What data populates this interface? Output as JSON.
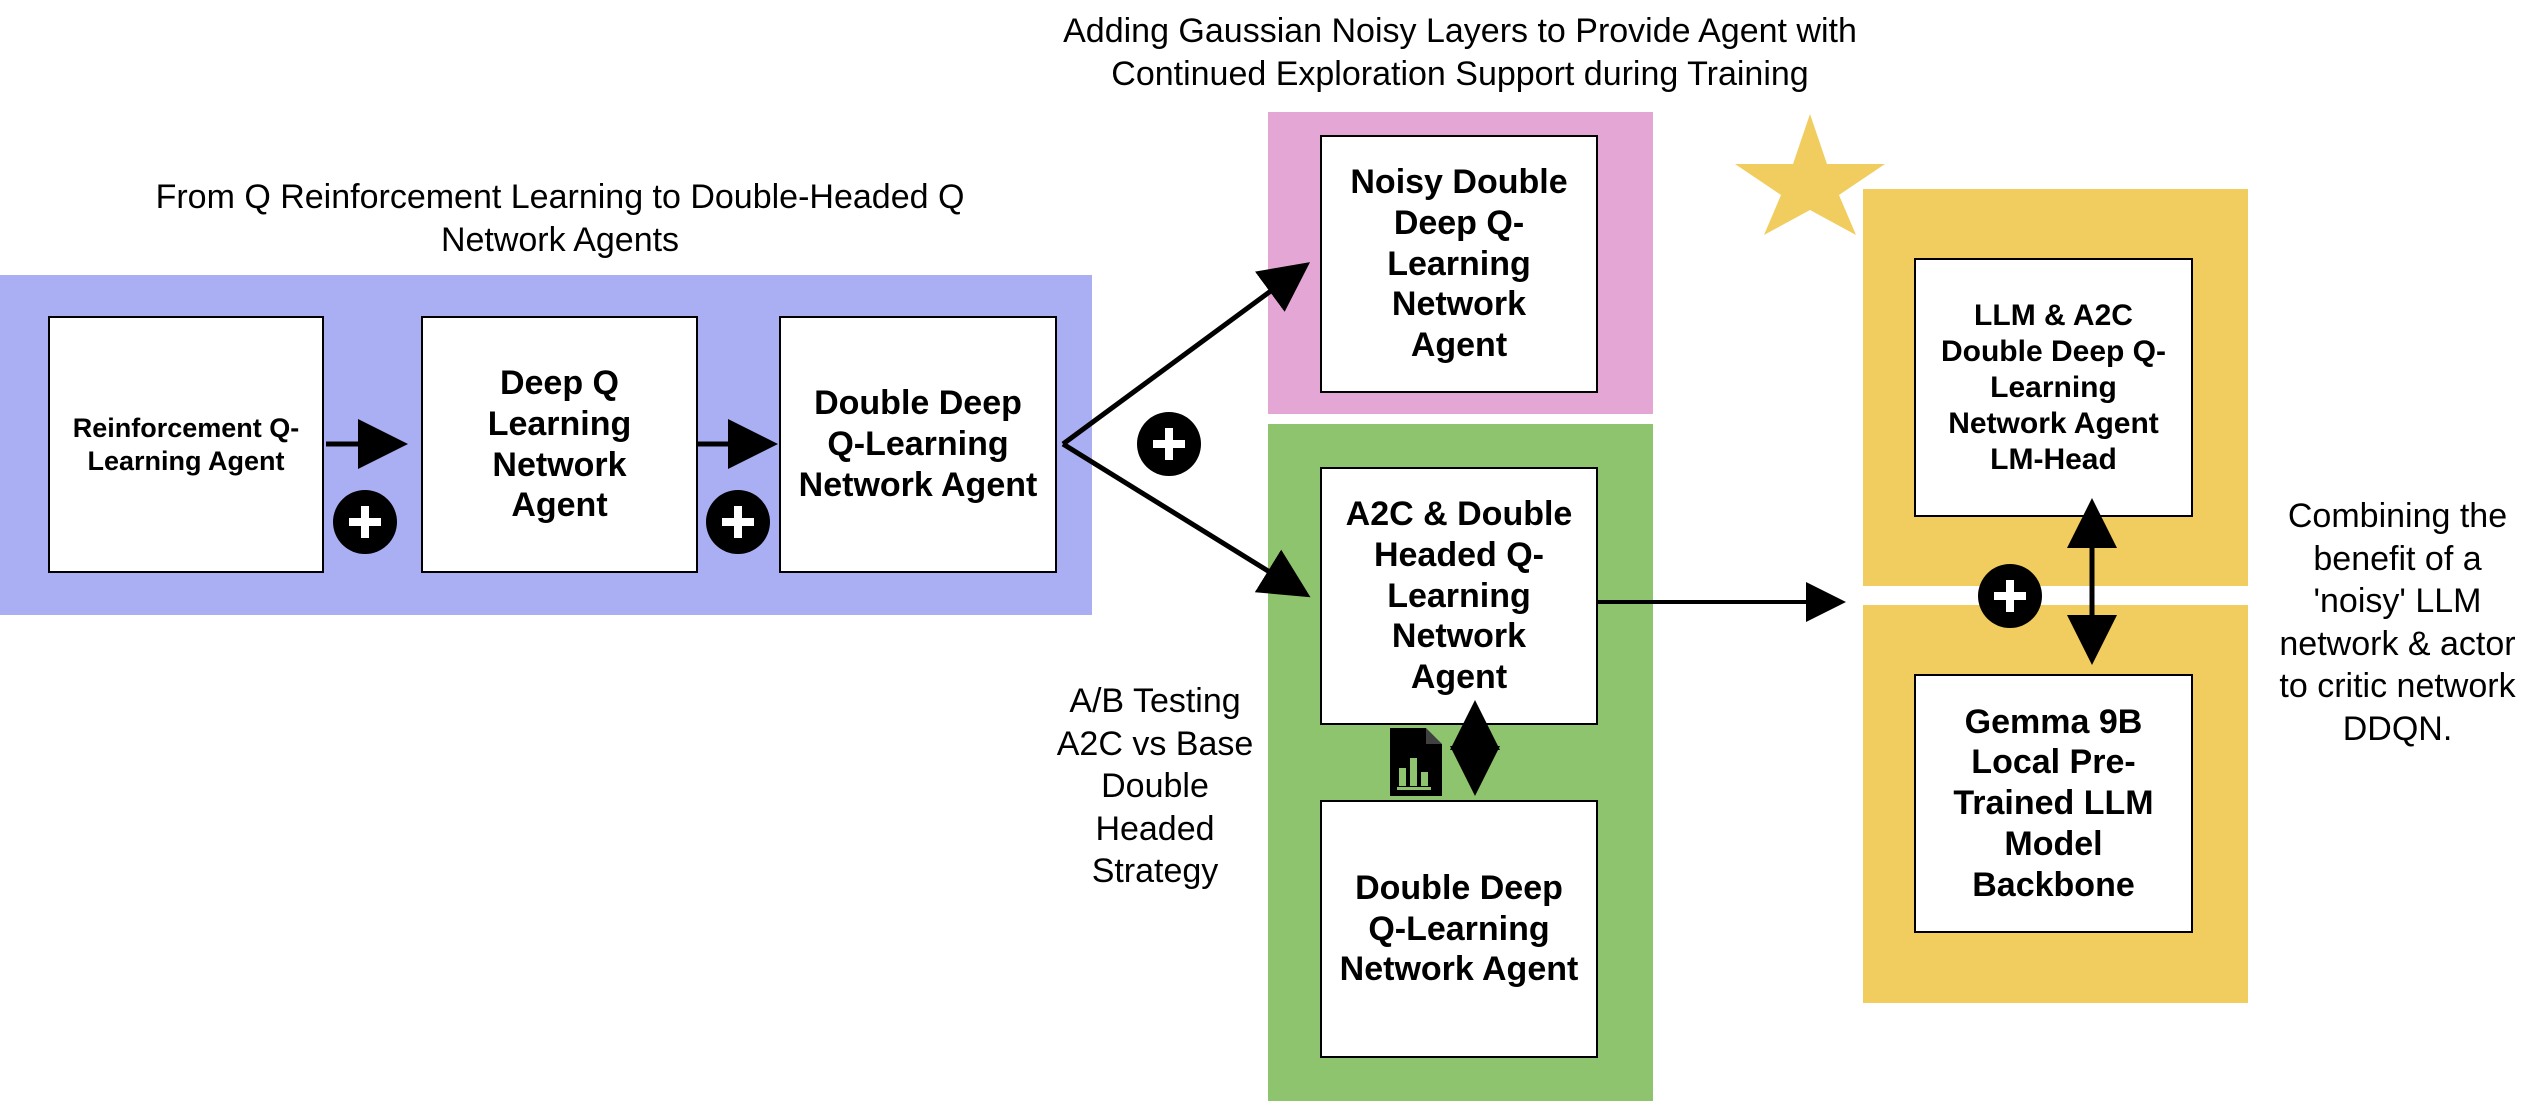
{
  "captions": {
    "left_title": "From Q Reinforcement Learning to Double-Headed Q Network Agents",
    "noisy_title": "Adding Gaussian Noisy Layers to Provide Agent with Continued Exploration Support during Training",
    "ab_testing": "A/B Testing A2C vs Base Double Headed Strategy",
    "combining": "Combining the benefit of a 'noisy' LLM network & actor to critic network DDQN."
  },
  "boxes": {
    "reinforcement": "Reinforcement Q-Learning Agent",
    "deep_q": "Deep Q Learning Network Agent",
    "double_deep_left": "Double Deep Q-Learning Network Agent",
    "noisy": "Noisy Double Deep Q-Learning Network Agent",
    "a2c": "A2C & Double Headed Q-Learning Network Agent",
    "double_deep_green": "Double Deep Q-Learning Network Agent",
    "llm_a2c": "LLM & A2C Double Deep Q-Learning Network Agent LM-Head",
    "gemma": "Gemma 9B Local Pre-Trained LLM Model Backbone"
  },
  "icons": {
    "plus": "plus-circle-icon",
    "star": "star-icon",
    "report": "chart-document-icon",
    "vertical_arrow": "double-arrow-vertical-icon"
  },
  "colors": {
    "blue_panel": "#a9aff2",
    "pink_panel": "#e4a7d5",
    "green_panel": "#8fc46e",
    "yellow_panel": "#f1cd5f",
    "star": "#f1cd5f"
  }
}
